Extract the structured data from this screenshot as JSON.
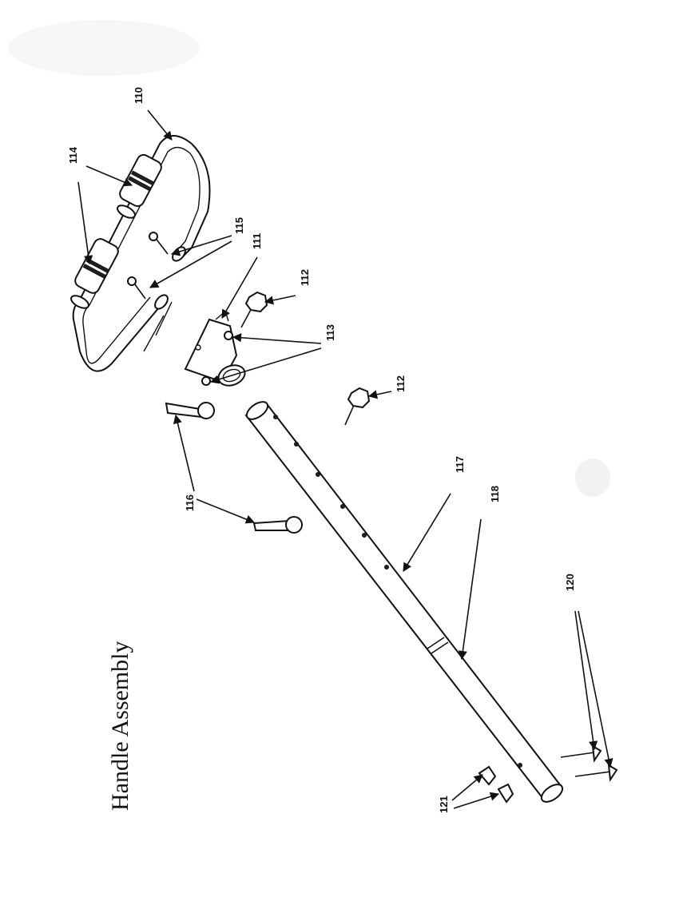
{
  "title": "Handle Assembly",
  "callouts": {
    "c110": "110",
    "c111": "111",
    "c112a": "112",
    "c112b": "112",
    "c113": "113",
    "c114": "114",
    "c115": "115",
    "c116": "116",
    "c117": "117",
    "c118": "118",
    "c120": "120",
    "c121": "121"
  },
  "colors": {
    "line": "#111111",
    "background": "#ffffff"
  }
}
